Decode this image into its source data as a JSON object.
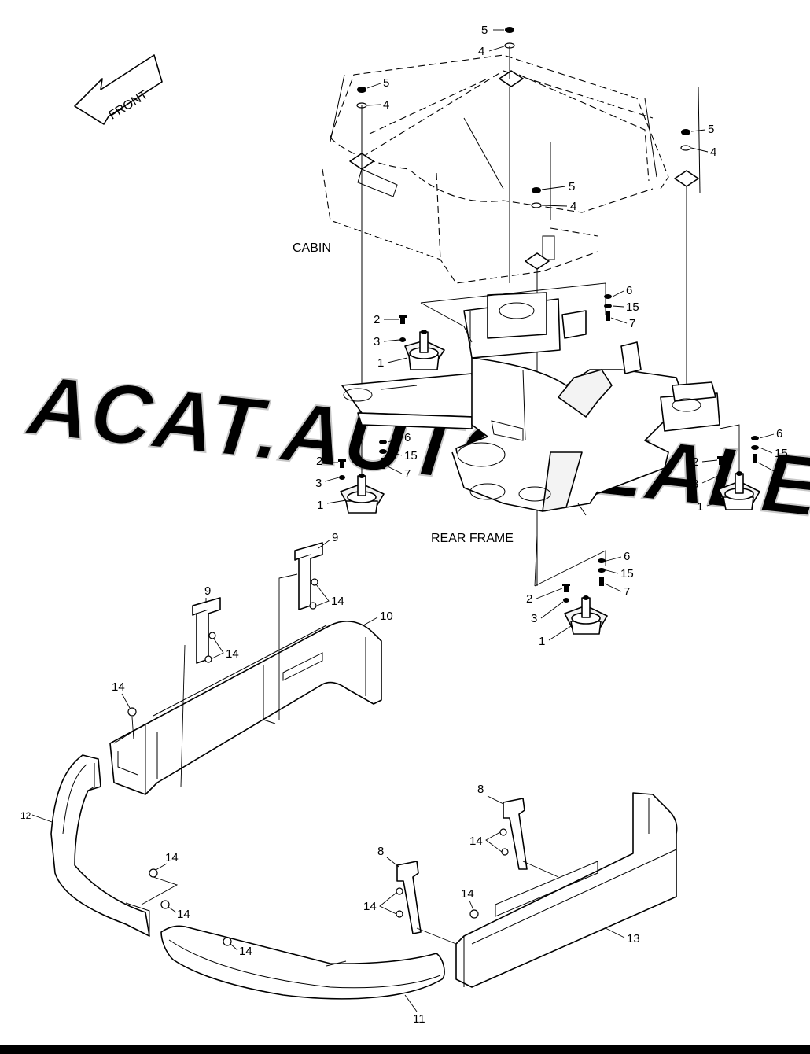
{
  "diagram": {
    "front_label": "FRONT",
    "cabin_label": "CABIN",
    "rear_frame_label": "REAR FRAME",
    "watermark": "ACAT.AUTODEALER.RU",
    "part_numbers": [
      "1",
      "2",
      "3",
      "4",
      "5",
      "6",
      "7",
      "8",
      "9",
      "10",
      "11",
      "12",
      "13",
      "14",
      "15"
    ]
  }
}
